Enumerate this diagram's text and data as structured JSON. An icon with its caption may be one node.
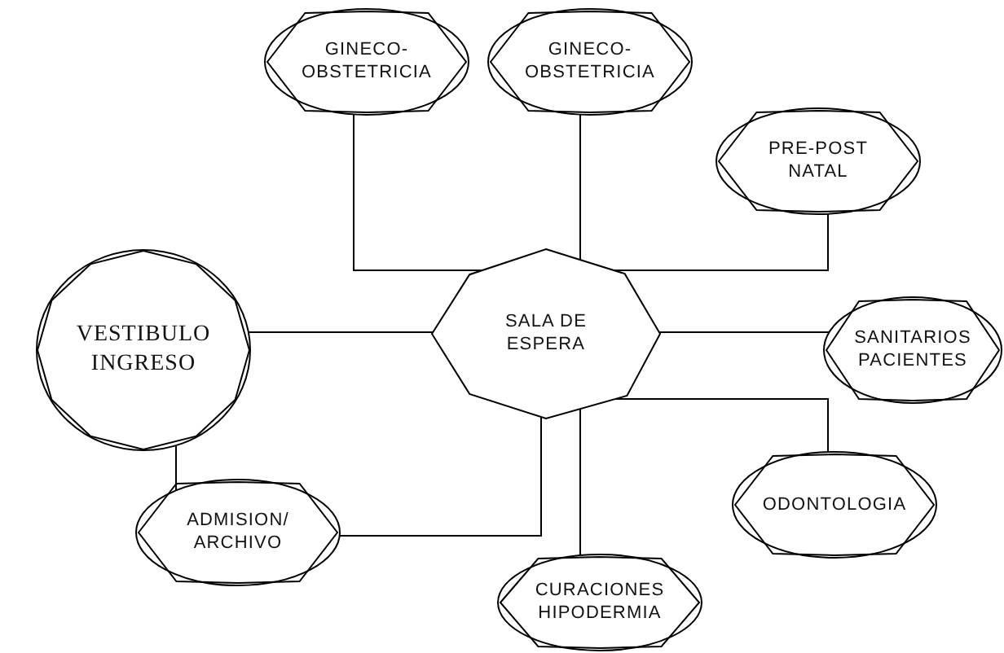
{
  "diagram": {
    "nodes": [
      {
        "text": [
          "GINECO- OBSTETRICIA"
        ]
      },
      {
        "text": [
          "GINECO- OBSTETRICIA"
        ]
      },
      {
        "text": [
          "PRE-POST NATAL"
        ]
      },
      {
        "text": [
          "VESTIBULO INGRESO"
        ]
      },
      {
        "text": [
          "SALA DE ESPERA"
        ]
      },
      {
        "text": [
          "SANITARIOS PACIENTES"
        ]
      },
      {
        "text": [
          "ODONTOLOGIA"
        ]
      },
      {
        "text": [
          "ADMISION/ ARCHIVO"
        ]
      },
      {
        "text": [
          "CURACIONES HIPODERMIA"
        ]
      }
    ],
    "edges": [
      {
        "from": 0,
        "to": 4,
        "arrow": "none"
      },
      {
        "from": 1,
        "to": 4,
        "arrow": "none"
      },
      {
        "from": 2,
        "to": 4,
        "arrow": "none"
      },
      {
        "from": 3,
        "to": 4,
        "arrow": "none"
      },
      {
        "from": 4,
        "to": 5,
        "arrow": "none"
      },
      {
        "from": 4,
        "to": 6,
        "arrow": "none"
      },
      {
        "from": 4,
        "to": 8,
        "arrow": "none"
      },
      {
        "from": 4,
        "to": 7,
        "arrow": "none"
      },
      {
        "from": 3,
        "to": 7,
        "arrow": "none"
      }
    ]
  }
}
